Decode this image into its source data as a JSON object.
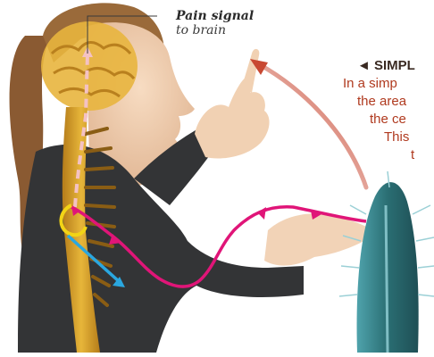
{
  "labels": {
    "signal_title": "Pain signal",
    "signal_sub": "to brain"
  },
  "sidebar": {
    "heading": "◄ SIMPL",
    "lines": [
      "In a simp",
      "the area",
      "the ce",
      "This",
      "t"
    ]
  },
  "colors": {
    "motor_path": "#e01578",
    "sensory_path": "#f4c2c4",
    "reflex_loop": "#f2d416",
    "muscle_signal": "#2aa7e0",
    "arrow": "#c84832",
    "spine": "#d4a326",
    "skin": "#f1d1b3",
    "hair": "#8a5a32",
    "shirt": "#333436",
    "cactus": "#3a8d92"
  },
  "icons": [
    "brain-icon",
    "spine-icon",
    "hand-icon",
    "cactus-icon",
    "arrow-icon"
  ]
}
